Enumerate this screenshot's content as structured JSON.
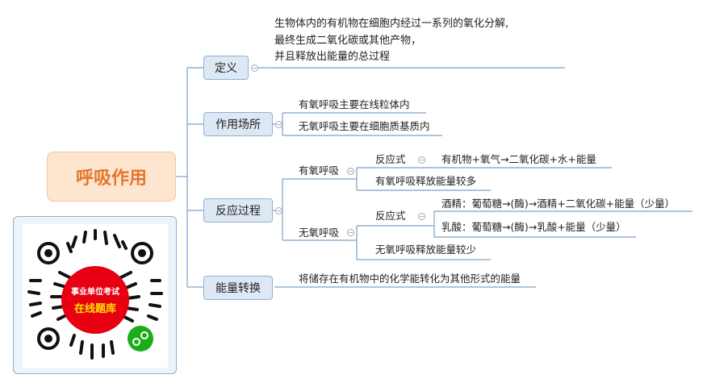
{
  "central": {
    "title": "呼吸作用"
  },
  "definition": {
    "label": "定义",
    "lines": [
      "生物体内的有机物在细胞内经过一系列的氧化分解,",
      "最终生成二氧化碳或其他产物，",
      "并且释放出能量的总过程"
    ]
  },
  "site": {
    "label": "作用场所",
    "aerobic": "有氧呼吸主要在线粒体内",
    "anaerobic": "无氧呼吸主要在细胞质基质内"
  },
  "process": {
    "label": "反应过程",
    "aerobic": {
      "label": "有氧呼吸",
      "equation_label": "反应式",
      "equation": "有机物+氧气→二氧化碳+水+能量",
      "energy": "有氧呼吸释放能量较多"
    },
    "anaerobic": {
      "label": "无氧呼吸",
      "equation_label": "反应式",
      "alcohol": "酒精：葡萄糖→(酶)→酒精+二氧化碳+能量（少量）",
      "lactic": "乳酸：葡萄糖→(酶)→乳酸+能量（少量）",
      "energy": "无氧呼吸释放能量较少"
    }
  },
  "energy_conversion": {
    "label": "能量转换",
    "text": "将储存在有机物中的化学能转化为其他形式的能量"
  },
  "qr": {
    "line1": "事业单位考试",
    "line2": "在线题库"
  },
  "colors": {
    "central_bg": "#fde5cf",
    "central_text": "#e4762c",
    "node_bg": "#dde8f4",
    "line": "#7da1c8",
    "qr_red": "#e60012"
  }
}
